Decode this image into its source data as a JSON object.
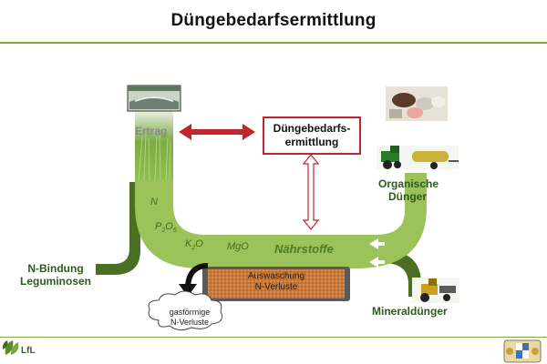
{
  "title": "Düngebedarfsermittlung",
  "center_box": {
    "line1": "Düngebedarfs-",
    "line2": "ermittlung"
  },
  "ertrag_label": "Ertrag",
  "nutrients": {
    "n": "N",
    "p2o5_base": "P",
    "p2o5_sub1": "2",
    "p2o5_mid": "O",
    "p2o5_sub2": "5",
    "k2o_base": "K",
    "k2o_sub": "2",
    "k2o_end": "O",
    "mgo": "MgO"
  },
  "naehrstoffe_label": "Nährstoffe",
  "organic_label": {
    "line1": "Organische",
    "line2": "Dünger"
  },
  "mineral_label": "Mineraldünger",
  "legume_label": {
    "line1": "N-Bindung",
    "line2": "Leguminosen"
  },
  "leaching_label": {
    "line1": "Auswaschung",
    "line2": "N-Verluste"
  },
  "gas_label": {
    "line1": "gasförmige",
    "line2": "N-Verluste"
  },
  "footer": {
    "logo_text": "LfL"
  },
  "colors": {
    "dark_green": "#4a6e22",
    "light_green": "#9cc25a",
    "red": "#c0262c",
    "brown": "#c8783a"
  }
}
